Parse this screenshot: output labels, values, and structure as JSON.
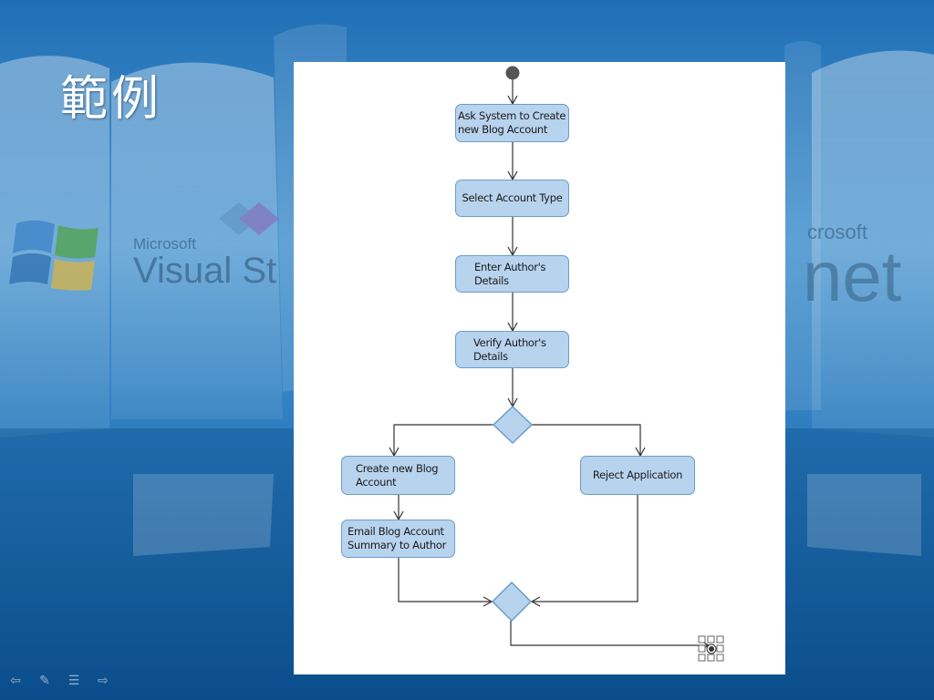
{
  "slide": {
    "title": "範例",
    "background_color": "#2a7cc0",
    "backdrop_text": {
      "ms_left": "Microsoft",
      "visual": "Visual St",
      "ms_right": "crosoft",
      "net": "net"
    }
  },
  "diagram": {
    "node_fill": "#b8d3ee",
    "node_border": "#6a9cc9",
    "nodes": {
      "ask_system": "Ask System to Create\nnew Blog Account",
      "select_account_type": "Select Account Type",
      "enter_author_details": "Enter Author's\nDetails",
      "verify_author_details": "Verify Author's\nDetails",
      "create_blog_account": "Create new Blog\nAccount",
      "email_summary": "Email Blog Account\nSummary to Author",
      "reject_application": "Reject Application"
    }
  },
  "nav": {
    "icons": [
      "arrow-left-icon",
      "pen-icon",
      "menu-icon",
      "arrow-right-icon"
    ]
  }
}
